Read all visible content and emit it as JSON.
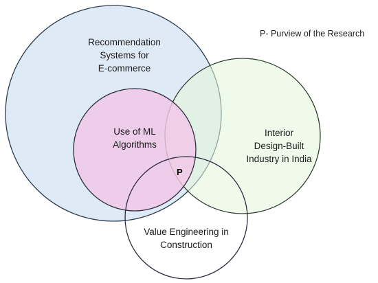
{
  "legend": {
    "text": "P- Purview of the Research"
  },
  "sets": {
    "recommendation": {
      "line1": "Recommendation",
      "line2": "Systems for",
      "line3": "E-commerce",
      "fill": "#dce8f6",
      "stroke": "#2c3e50"
    },
    "interior": {
      "line1": "Interior",
      "line2": "Design-Built",
      "line3": "Industry in India",
      "fill": "#e3f5d8",
      "stroke": "#2f3f2f"
    },
    "ml": {
      "line1": "Use of ML",
      "line2": "Algorithms",
      "fill": "#f2c7e6",
      "stroke": "#2c2c3e"
    },
    "value_engineering": {
      "line1": "Value Engineering in",
      "line2": "Construction",
      "fill": "none",
      "stroke": "#2c2c3e"
    }
  },
  "intersection": {
    "label": "P"
  }
}
